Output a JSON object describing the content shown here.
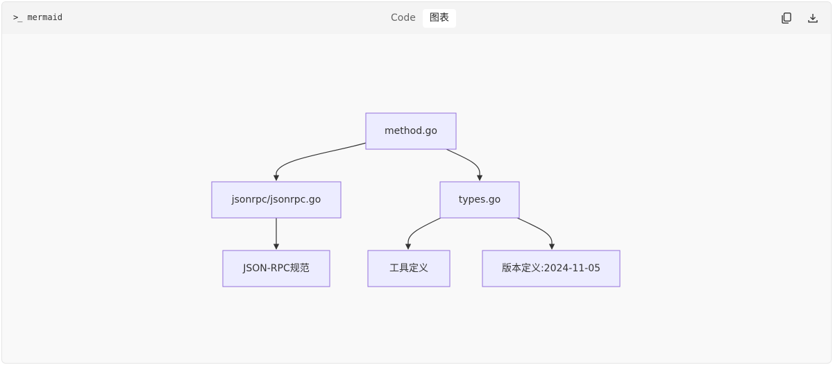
{
  "header": {
    "language": "mermaid",
    "tabs": [
      {
        "label": "Code",
        "active": false
      },
      {
        "label": "图表",
        "active": true
      }
    ],
    "actions": {
      "copy_icon": "copy-icon",
      "download_icon": "download-icon"
    }
  },
  "diagram": {
    "type": "flowchart-TD",
    "colors": {
      "node_fill": "#ECECFF",
      "node_stroke": "#9370DB",
      "edge": "#333333"
    },
    "nodes": [
      {
        "id": "method",
        "label": "method.go"
      },
      {
        "id": "jsonrpc",
        "label": "jsonrpc/jsonrpc.go"
      },
      {
        "id": "types",
        "label": "types.go"
      },
      {
        "id": "spec",
        "label": "JSON-RPC规范"
      },
      {
        "id": "tools",
        "label": "工具定义"
      },
      {
        "id": "version",
        "label": "版本定义:2024-11-05"
      }
    ],
    "edges": [
      {
        "from": "method",
        "to": "jsonrpc"
      },
      {
        "from": "method",
        "to": "types"
      },
      {
        "from": "jsonrpc",
        "to": "spec"
      },
      {
        "from": "types",
        "to": "tools"
      },
      {
        "from": "types",
        "to": "version"
      }
    ]
  }
}
